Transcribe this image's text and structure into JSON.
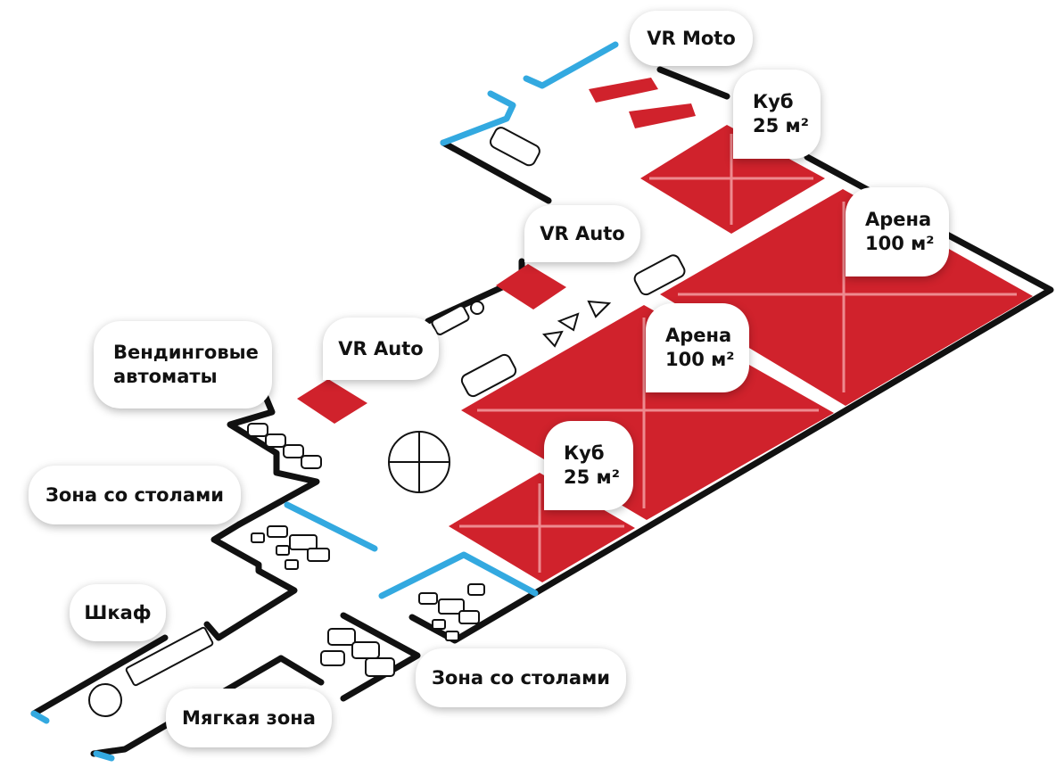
{
  "colors": {
    "zone_red": "#d0222c",
    "wall": "#111111",
    "window_blue": "#33a9e0",
    "arrow": "#ee8a8f",
    "label_bg": "#ffffff"
  },
  "zones": {
    "vr_moto": {
      "label": "VR Moto"
    },
    "cube_top": {
      "label_line1": "Куб",
      "label_line2": "25 м²"
    },
    "vr_auto_top": {
      "label": "VR Auto"
    },
    "arena_right": {
      "label_line1": "Арена",
      "label_line2": "100 м²"
    },
    "vending": {
      "label_line1": "Вендинговые",
      "label_line2": "автоматы"
    },
    "vr_auto_left": {
      "label": "VR Auto"
    },
    "arena_middle": {
      "label_line1": "Арена",
      "label_line2": "100 м²"
    },
    "cube_bottom": {
      "label_line1": "Куб",
      "label_line2": "25 м²"
    },
    "tables_left": {
      "label": "Зона со столами"
    },
    "wardrobe": {
      "label": "Шкаф"
    },
    "tables_bottom": {
      "label": "Зона со столами"
    },
    "soft_zone": {
      "label": "Мягкая зона"
    }
  }
}
